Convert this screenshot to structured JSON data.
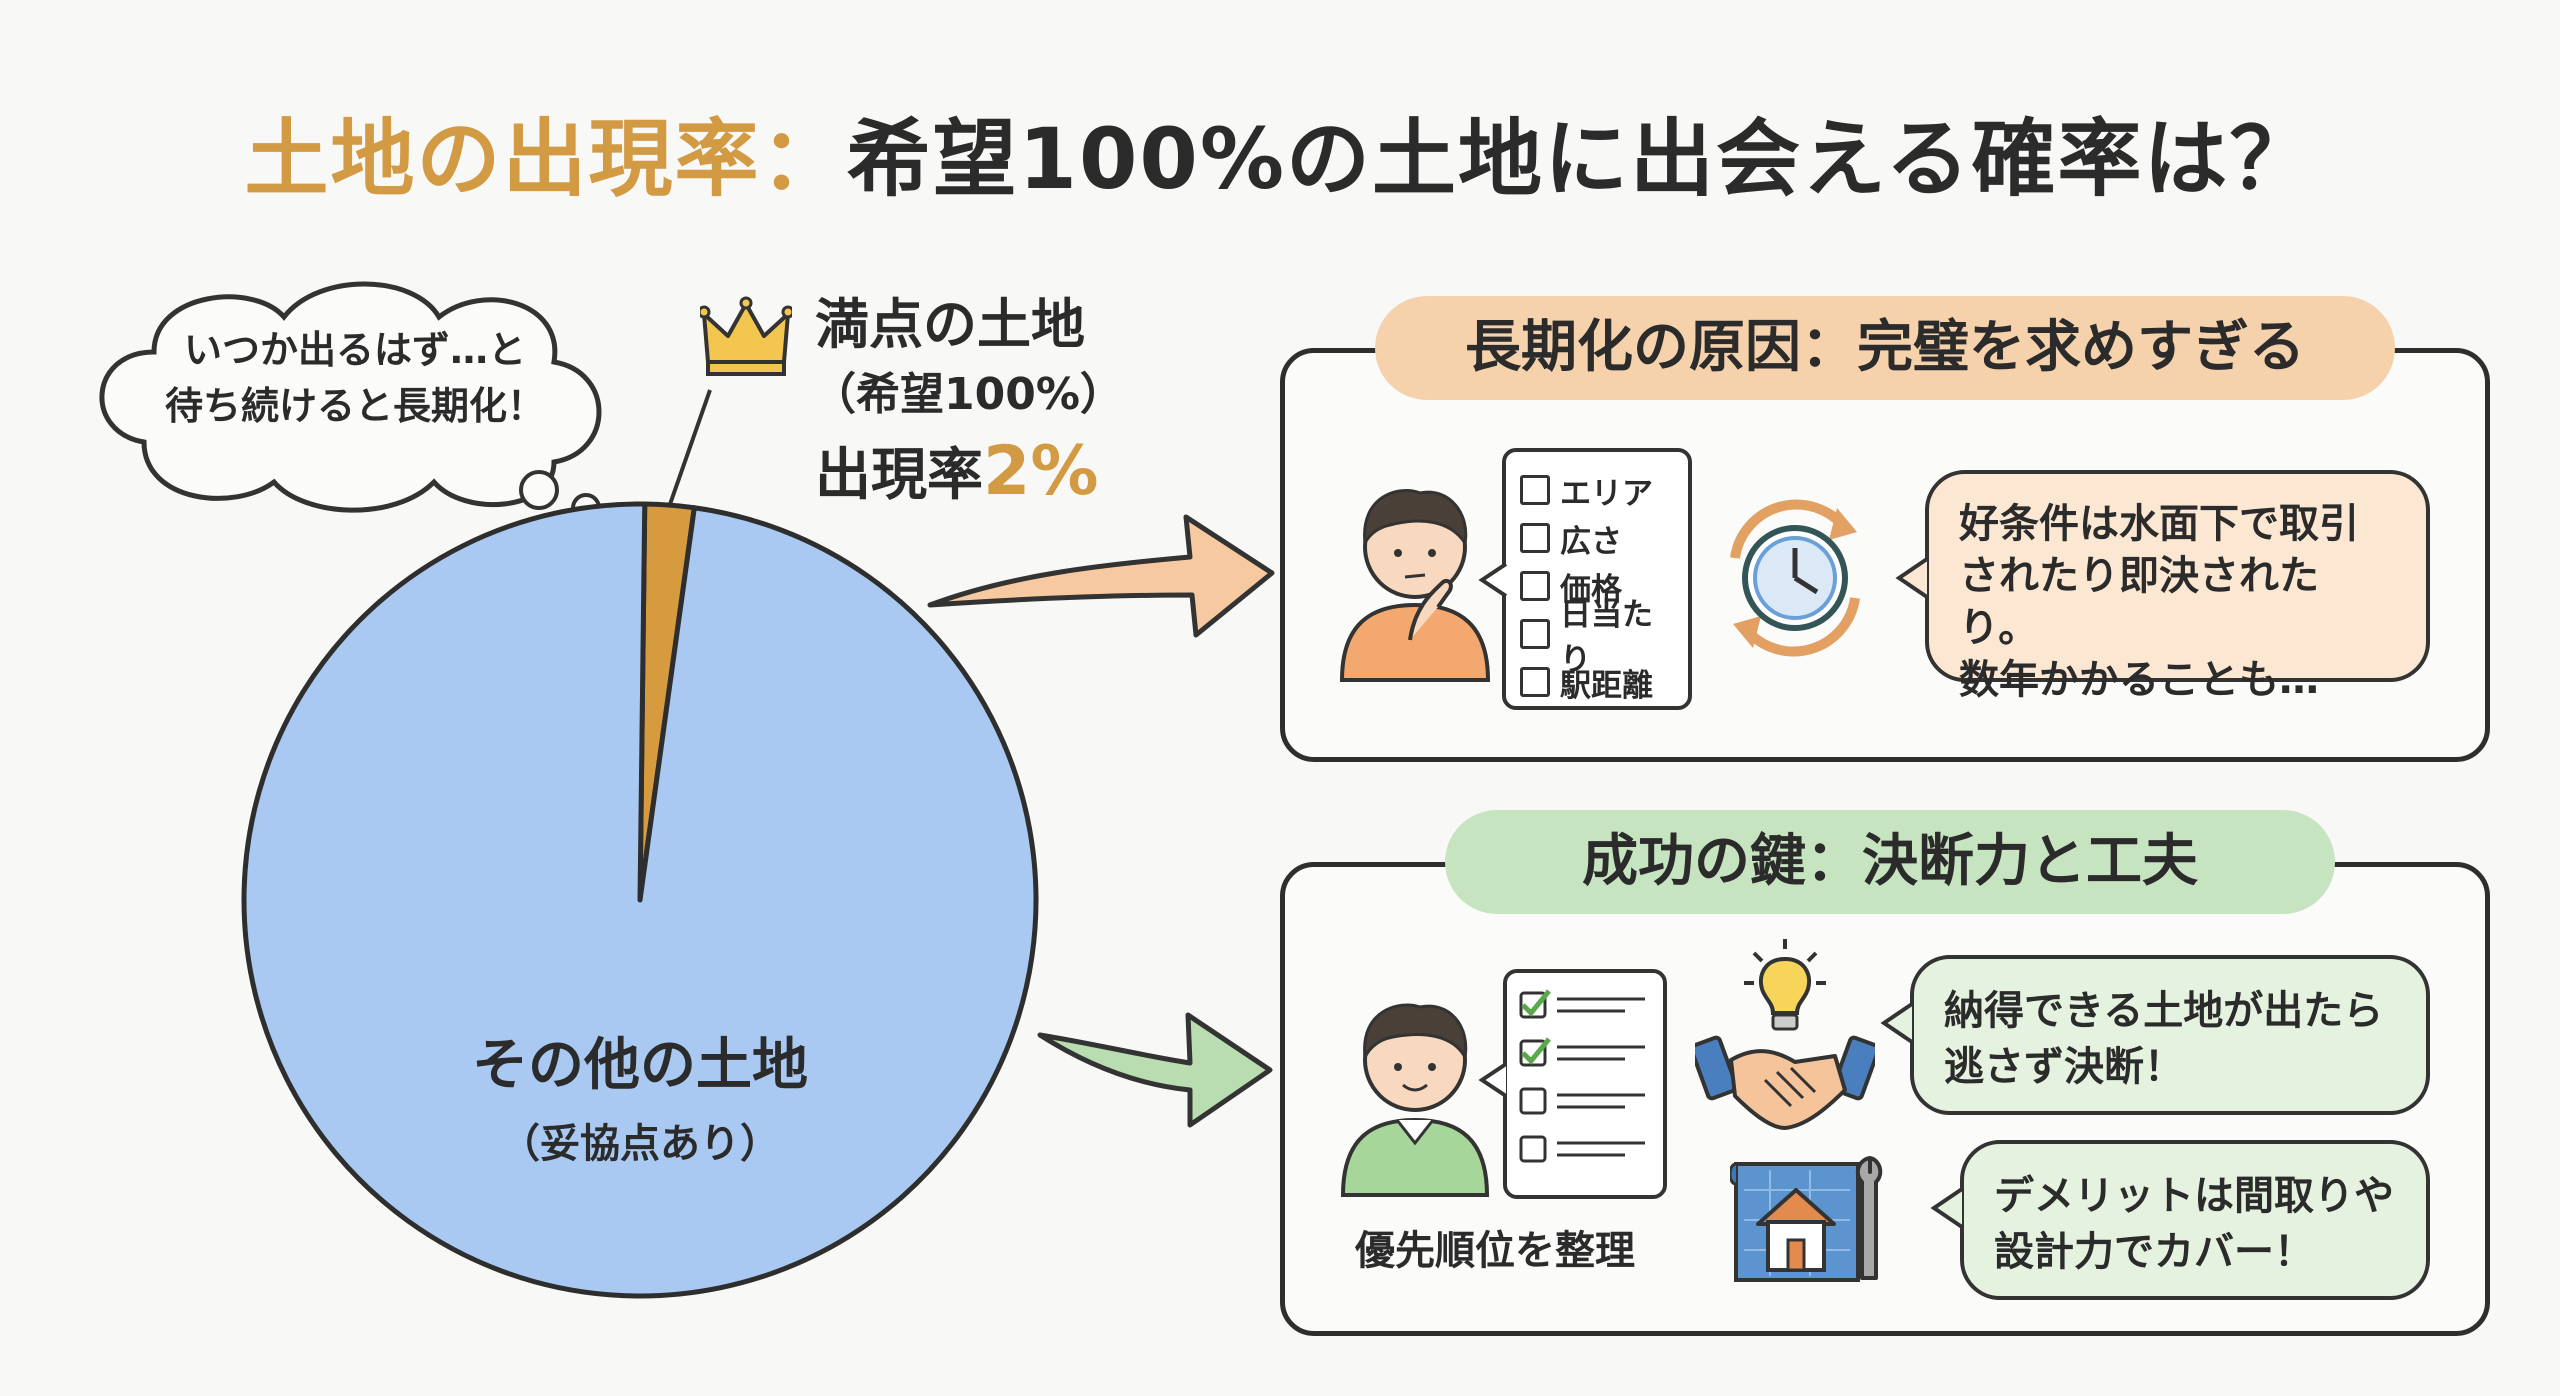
{
  "title": {
    "highlight": "土地の出現率：",
    "rest": "希望100%の土地に出会える確率は？"
  },
  "thought_bubble": {
    "line1": "いつか出るはず…と",
    "line2": "待ち続けると長期化！"
  },
  "perfect_land": {
    "label": "満点の土地",
    "sub": "（希望100%）",
    "rate_label": "出現率",
    "rate_value": "2%"
  },
  "pie": {
    "other_label": "その他の土地",
    "other_sub": "（妥協点あり）"
  },
  "chart_data": {
    "type": "pie",
    "slices": [
      {
        "name": "満点の土地（希望100%）",
        "value": 2,
        "color": "#d69b3f"
      },
      {
        "name": "その他の土地（妥協点あり）",
        "value": 98,
        "color": "#aac9f2"
      }
    ]
  },
  "panel_top": {
    "heading": "長期化の原因：完璧を求めすぎる",
    "checklist": [
      "エリア",
      "広さ",
      "価格",
      "日当たり",
      "駅距離"
    ],
    "bubble_line1": "好条件は水面下で取引",
    "bubble_line2": "されたり即決されたり。",
    "bubble_line3": "数年かかることも…"
  },
  "panel_bottom": {
    "heading": "成功の鍵：決断力と工夫",
    "person_caption": "優先順位を整理",
    "bubble1_line1": "納得できる土地が出たら",
    "bubble1_line2": "逃さず決断！",
    "bubble2_line1": "デメリットは間取りや",
    "bubble2_line2": "設計力でカバー！"
  },
  "colors": {
    "accent": "#d39a44",
    "pie_other": "#aac9f2",
    "pie_perfect": "#d69b3f",
    "pill_top": "#f6d2ac",
    "pill_bottom": "#c7e4c0",
    "bubble_top": "#fbe7d2",
    "bubble_bottom": "#e4f2df"
  }
}
